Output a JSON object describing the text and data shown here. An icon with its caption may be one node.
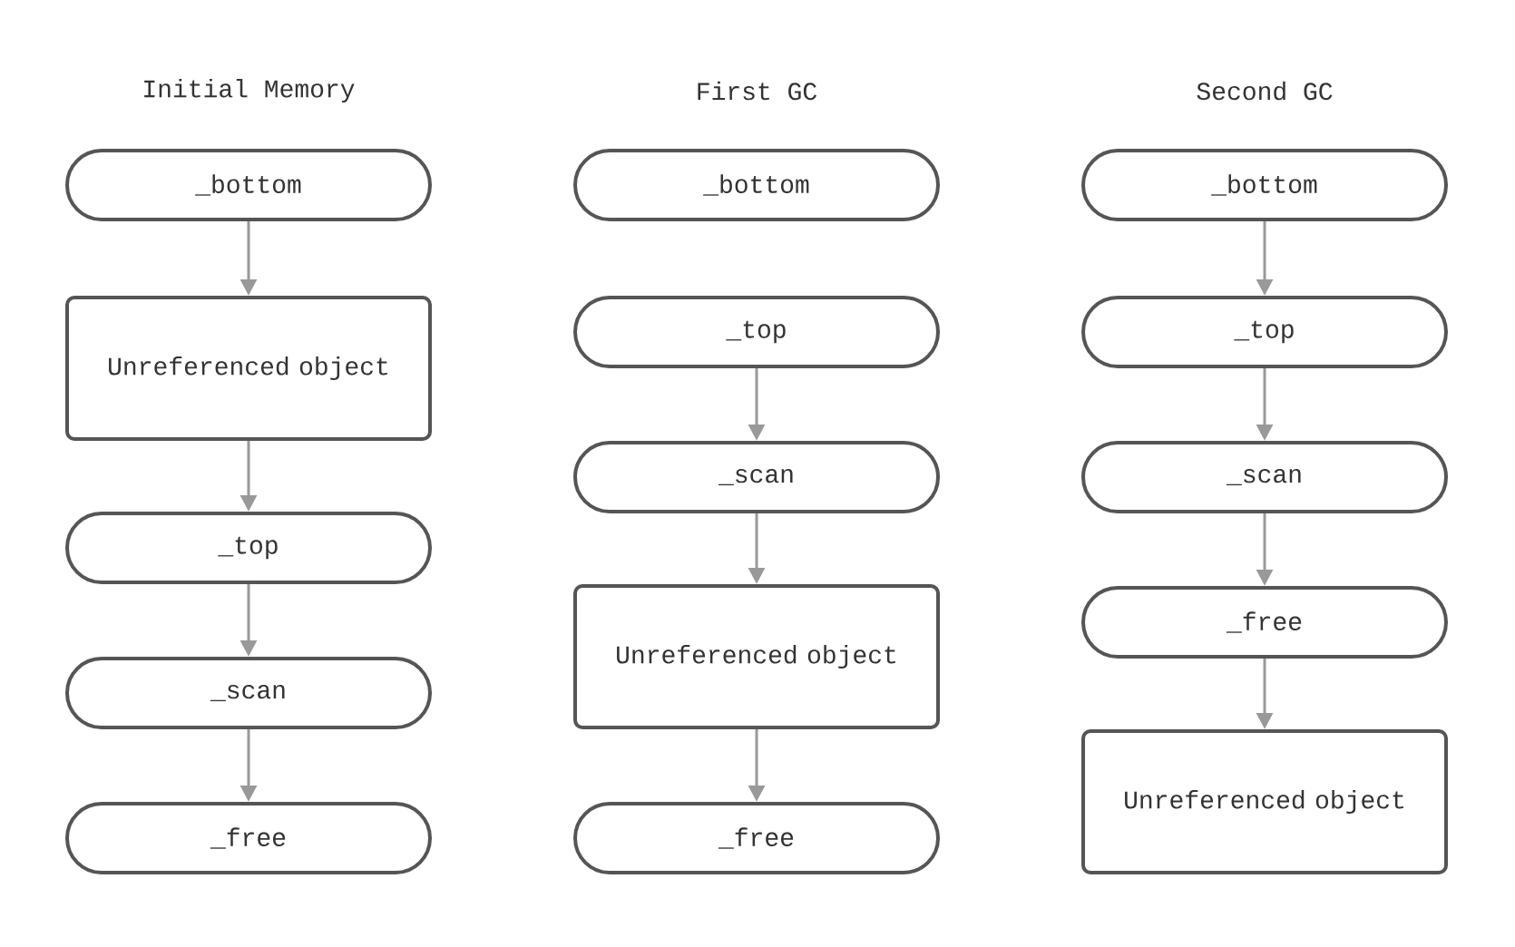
{
  "diagram": {
    "nodes": [
      {
        "text": [
          "_bottom"
        ]
      },
      {
        "text": [
          "Unreferenced object"
        ]
      },
      {
        "text": [
          "_top"
        ]
      },
      {
        "text": [
          "_scan"
        ]
      },
      {
        "text": [
          "_free"
        ]
      },
      {
        "text": [
          "_bottom"
        ]
      },
      {
        "text": [
          "_top"
        ]
      },
      {
        "text": [
          "_scan"
        ]
      },
      {
        "text": [
          "Unreferenced object"
        ]
      },
      {
        "text": [
          "_free"
        ]
      },
      {
        "text": [
          "_bottom"
        ]
      },
      {
        "text": [
          "_top"
        ]
      },
      {
        "text": [
          "_scan"
        ]
      },
      {
        "text": [
          "_free"
        ]
      },
      {
        "text": [
          "Unreferenced object"
        ]
      }
    ],
    "edges": [
      {
        "from": 0,
        "to": 1,
        "arrow": "to"
      },
      {
        "from": 1,
        "to": 2,
        "arrow": "to"
      },
      {
        "from": 2,
        "to": 3,
        "arrow": "to"
      },
      {
        "from": 3,
        "to": 4,
        "arrow": "to"
      },
      {
        "from": 6,
        "to": 7,
        "arrow": "to"
      },
      {
        "from": 7,
        "to": 8,
        "arrow": "to"
      },
      {
        "from": 8,
        "to": 9,
        "arrow": "to"
      },
      {
        "from": 10,
        "to": 11,
        "arrow": "to"
      },
      {
        "from": 11,
        "to": 12,
        "arrow": "to"
      },
      {
        "from": 12,
        "to": 13,
        "arrow": "to"
      },
      {
        "from": 13,
        "to": 14,
        "arrow": "to"
      }
    ],
    "labels": [
      "Initial Memory",
      "First GC",
      "Second GC"
    ]
  }
}
